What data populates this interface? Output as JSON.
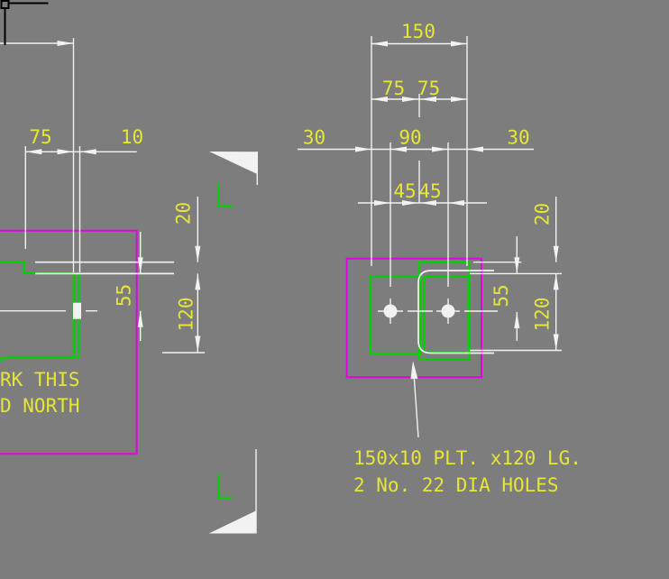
{
  "app": {
    "description": "CAD drawing canvas showing steelwork connection detail, plan and side views",
    "colors": {
      "background": "#7d7d7d",
      "dimension_text": "#e6e636",
      "dimension_lines": "#f2f2f2",
      "steelwork_green": "#00d200",
      "member_outline_magenta": "#e600e6",
      "crosshair_cursor": "#000000"
    }
  },
  "left_view": {
    "dim_75": "75",
    "dim_10": "10",
    "dim_20": "20",
    "dim_55": "55",
    "dim_120": "120",
    "annotation_line1": "RK THIS",
    "annotation_line2": "D NORTH"
  },
  "right_view": {
    "dim_150": "150",
    "dim_75_left": "75",
    "dim_75_right": "75",
    "dim_30_left": "30",
    "dim_90": "90",
    "dim_30_right": "30",
    "dim_45_left": "45",
    "dim_45_right": "45",
    "dim_20": "20",
    "dim_55": "55",
    "dim_120": "120"
  },
  "plate_note": {
    "line1": "150x10 PLT. x120 LG.",
    "line2": "2 No. 22 DIA HOLES"
  }
}
